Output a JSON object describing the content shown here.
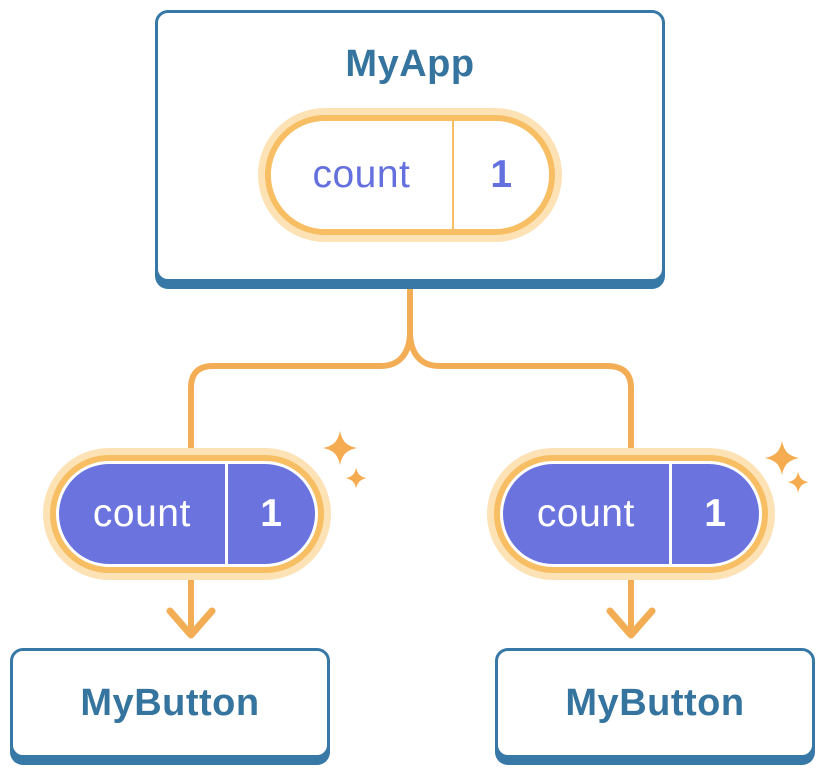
{
  "root_component": {
    "title": "MyApp",
    "state": {
      "name": "count",
      "value": "1"
    }
  },
  "child_components": [
    {
      "title": "MyButton",
      "state": {
        "name": "count",
        "value": "1"
      }
    },
    {
      "title": "MyButton",
      "state": {
        "name": "count",
        "value": "1"
      }
    }
  ],
  "icons": {
    "sparkle": "sparkle-icon",
    "arrow": "arrow-down-icon"
  },
  "colors": {
    "card_border_blue": "#3778A6",
    "title_text_blue": "#35749E",
    "pill_halo_orange": "#FCE2B5",
    "pill_ring_orange": "#F8BE63",
    "connector_orange": "#F3AD55",
    "sparkle_orange": "#F5AC50",
    "pill_fill_purple": "#6A73DE",
    "pill_text_purple": "#6470DE"
  }
}
